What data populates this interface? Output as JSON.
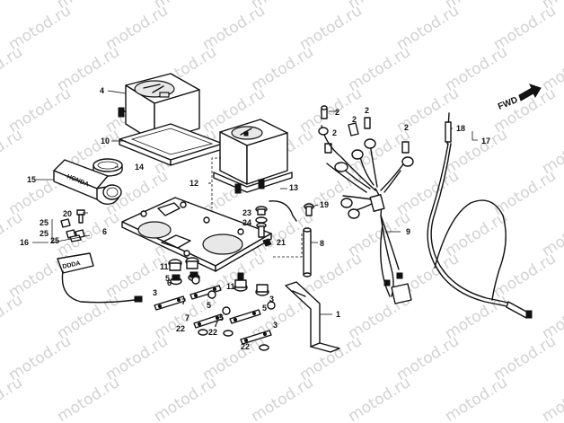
{
  "watermark": {
    "text": "motod.ru"
  },
  "direction_marker": {
    "text": "FWD"
  },
  "part_labels": {
    "p1": "1",
    "p2a": "2",
    "p2b": "2",
    "p2c": "2",
    "p2d": "2",
    "p2e": "2",
    "p3a": "3",
    "p3b": "3",
    "p3c": "3",
    "p4": "4",
    "p5a": "5",
    "p5b": "5",
    "p5c": "5",
    "p5d": "5",
    "p6a": "6",
    "p6b": "6",
    "p7a": "7",
    "p7b": "7",
    "p7c": "7",
    "p8": "8",
    "p9": "9",
    "p10": "10",
    "p11a": "11",
    "p11b": "11",
    "p12": "12",
    "p13": "13",
    "p14": "14",
    "p15": "15",
    "p16": "16",
    "p17": "17",
    "p18": "18",
    "p19": "19",
    "p20": "20",
    "p21": "21",
    "p22a": "22",
    "p22b": "22",
    "p22c": "22",
    "p23": "23",
    "p24": "24",
    "p25a": "25",
    "p25b": "25",
    "p25c": "25"
  }
}
